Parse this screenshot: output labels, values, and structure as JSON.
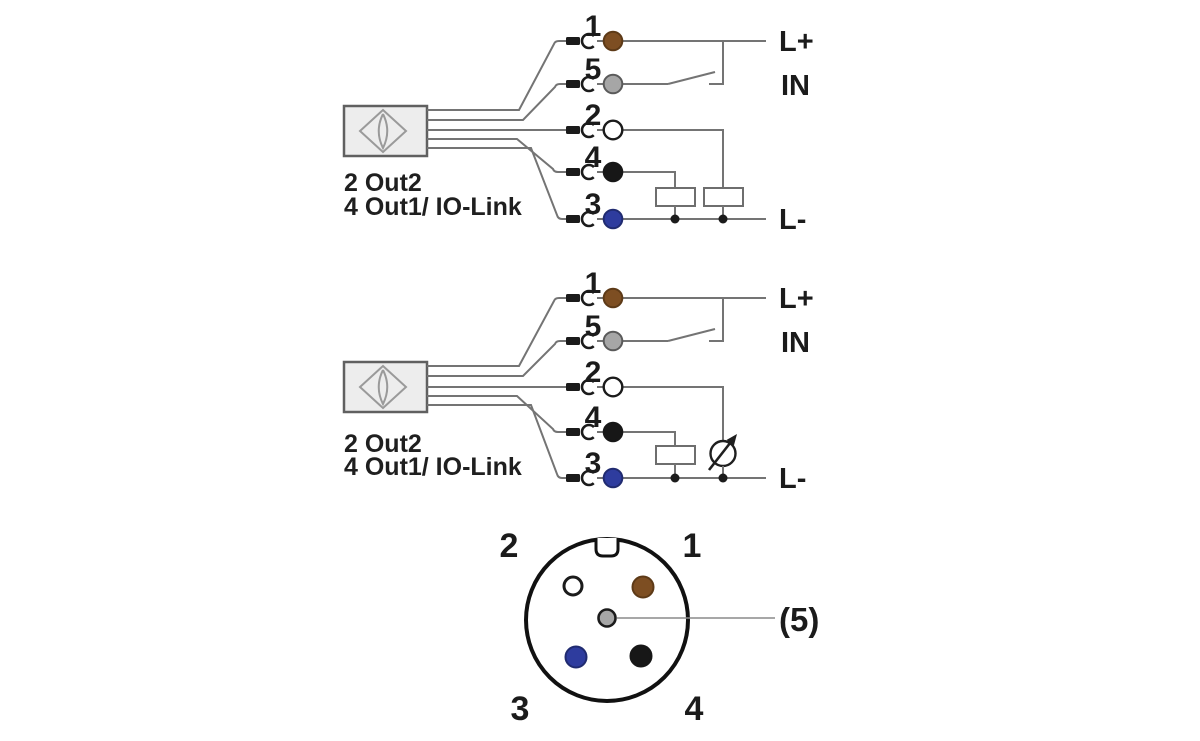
{
  "colors": {
    "ink": "#1b1b1b",
    "wire_gray": "#747474",
    "pin_brown": "#7d4e22",
    "pin_brown_border": "#5d3a17",
    "pin_gray": "#a6a6a6",
    "pin_gray_border": "#5a5a5a",
    "pin_white": "#ffffff",
    "pin_black": "#171717",
    "pin_blue": "#2e3c9e",
    "pin_blue_border": "#202b70",
    "sensor_fill": "#ededed",
    "sensor_border": "#606060"
  },
  "wiring_diagram_1": {
    "sensor_label_line1": "2 Out2",
    "sensor_label_line2": "4 Out1/ IO-Link",
    "pin_numbers": {
      "pin1": "1",
      "pin5": "5",
      "pin2": "2",
      "pin4": "4",
      "pin3": "3"
    },
    "rail_labels": {
      "supply_plus": "L+",
      "switched_input": "IN",
      "supply_minus": "L-"
    }
  },
  "wiring_diagram_2": {
    "sensor_label_line1": "2 Out2",
    "sensor_label_line2": "4 Out1/ IO-Link",
    "pin_numbers": {
      "pin1": "1",
      "pin5": "5",
      "pin2": "2",
      "pin4": "4",
      "pin3": "3"
    },
    "rail_labels": {
      "supply_plus": "L+",
      "switched_input": "IN",
      "supply_minus": "L-"
    }
  },
  "connector_pinout": {
    "pin_labels": {
      "pin2": "2",
      "pin1": "1",
      "pin3": "3",
      "pin4": "4",
      "pin5": "(5)"
    },
    "pin_wire_colors": {
      "pin1": "brown",
      "pin2": "white",
      "pin3": "blue",
      "pin4": "black",
      "pin5": "gray"
    }
  }
}
